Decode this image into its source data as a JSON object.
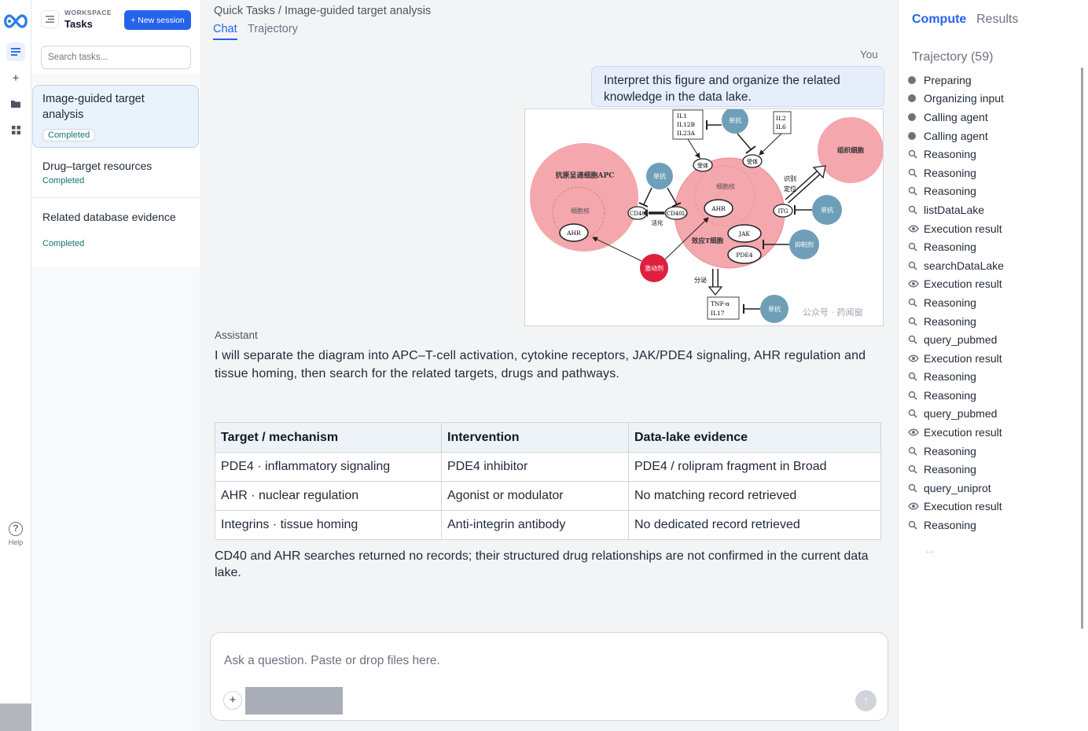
{
  "sidebar": {
    "workspace_label": "WORKSPACE",
    "title": "Tasks",
    "new_session": "+ New session",
    "search_placeholder": "Search tasks...",
    "tasks": [
      {
        "title": "Image-guided target analysis",
        "status": "Completed"
      },
      {
        "title": "Drug–target resources",
        "status": "Completed"
      },
      {
        "title": "Related database evidence",
        "status": "Completed"
      }
    ],
    "help": "Help"
  },
  "main": {
    "breadcrumb": "Quick Tasks / Image-guided target analysis",
    "tabs": [
      "Chat",
      "Trajectory"
    ],
    "user_label": "You",
    "user_message": "Interpret this figure and organize the related knowledge in the data lake.",
    "figure_labels": {
      "il1": "IL1",
      "il12b": "IL12B",
      "il23a": "IL23A",
      "mab": "单抗",
      "il2": "IL2",
      "il6": "IL6",
      "apc": "抗原呈递细胞APC",
      "nucleus": "细胞核",
      "ahr": "AHR",
      "cd40": "CD40",
      "cd40l": "CD40L",
      "activate": "活化",
      "receptor": "受体",
      "tissue": "组织细胞",
      "recog1": "识别",
      "recog2": "定位",
      "itg": "ITG",
      "jak": "JAK",
      "pde4": "PDE4",
      "teff": "效应T细胞",
      "inhibitor": "抑制剂",
      "agonist": "激动剂",
      "secrete": "分泌",
      "tnf": "TNF-α",
      "il17": "IL17",
      "watermark": "公众号 · 药闻窗"
    },
    "assistant_label": "Assistant",
    "assistant_message": "I will separate the diagram into APC–T-cell activation, cytokine receptors, JAK/PDE4 signaling, AHR regulation and tissue homing, then search for the related targets, drugs and pathways.",
    "table": {
      "headers": [
        "Target / mechanism",
        "Intervention",
        "Data-lake evidence"
      ],
      "rows": [
        [
          "PDE4 · inflammatory signaling",
          "PDE4 inhibitor",
          "PDE4 / rolipram fragment in Broad"
        ],
        [
          "AHR · nuclear regulation",
          "Agonist or modulator",
          "No matching record retrieved"
        ],
        [
          "Integrins · tissue homing",
          "Anti-integrin antibody",
          "No dedicated record retrieved"
        ]
      ]
    },
    "closing": "CD40 and AHR searches returned no records; their structured drug relationships are not confirmed in the current data lake.",
    "composer_placeholder": "Ask a question. Paste or drop files here."
  },
  "right_panel": {
    "tabs": [
      "Compute",
      "Results"
    ],
    "trajectory_title": "Trajectory (59)",
    "steps": [
      {
        "icon": "dot",
        "label": "Preparing"
      },
      {
        "icon": "dot",
        "label": "Organizing input"
      },
      {
        "icon": "dot",
        "label": "Calling agent"
      },
      {
        "icon": "dot",
        "label": "Calling agent"
      },
      {
        "icon": "search",
        "label": "Reasoning"
      },
      {
        "icon": "search",
        "label": "Reasoning"
      },
      {
        "icon": "search",
        "label": "Reasoning"
      },
      {
        "icon": "search",
        "label": "listDataLake"
      },
      {
        "icon": "eye",
        "label": "Execution result"
      },
      {
        "icon": "search",
        "label": "Reasoning"
      },
      {
        "icon": "search",
        "label": "searchDataLake"
      },
      {
        "icon": "eye",
        "label": "Execution result"
      },
      {
        "icon": "search",
        "label": "Reasoning"
      },
      {
        "icon": "search",
        "label": "Reasoning"
      },
      {
        "icon": "search",
        "label": "query_pubmed"
      },
      {
        "icon": "eye",
        "label": "Execution result"
      },
      {
        "icon": "search",
        "label": "Reasoning"
      },
      {
        "icon": "search",
        "label": "Reasoning"
      },
      {
        "icon": "search",
        "label": "query_pubmed"
      },
      {
        "icon": "eye",
        "label": "Execution result"
      },
      {
        "icon": "search",
        "label": "Reasoning"
      },
      {
        "icon": "search",
        "label": "Reasoning"
      },
      {
        "icon": "search",
        "label": "query_uniprot"
      },
      {
        "icon": "eye",
        "label": "Execution result"
      },
      {
        "icon": "search",
        "label": "Reasoning"
      }
    ],
    "more": "..."
  },
  "colors": {
    "accent": "#2563eb",
    "status_green": "#0f766e",
    "cell_pink": "#f4a7ad",
    "agonist_red": "#e01f3d",
    "mab_blue": "#6f9fb8"
  }
}
